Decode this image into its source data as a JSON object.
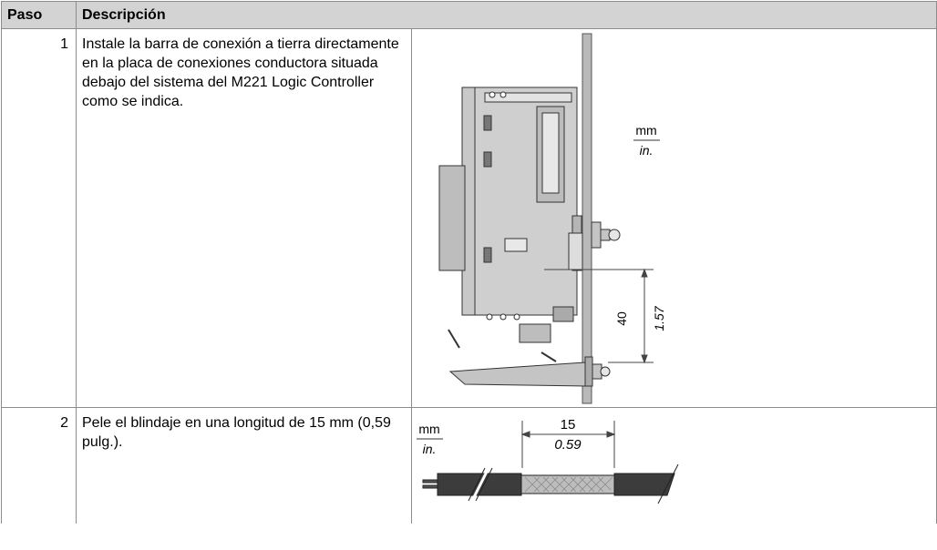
{
  "table": {
    "headers": [
      "Paso",
      "Descripción"
    ],
    "rows": [
      {
        "step": "1",
        "text": "Instale la barra de conexión a tierra directamente en la placa de conexiones conductora situada debajo del sistema del M221 Logic Controller como se indica.",
        "figure": {
          "unit_top": "mm",
          "unit_bottom": "in.",
          "dim_mm": "40",
          "dim_in": "1.57"
        }
      },
      {
        "step": "2",
        "text": "Pele el blindaje en una longitud de 15 mm (0,59 pulg.).",
        "figure": {
          "unit_top": "mm",
          "unit_bottom": "in.",
          "dim_mm": "15",
          "dim_in": "0.59"
        }
      }
    ]
  }
}
